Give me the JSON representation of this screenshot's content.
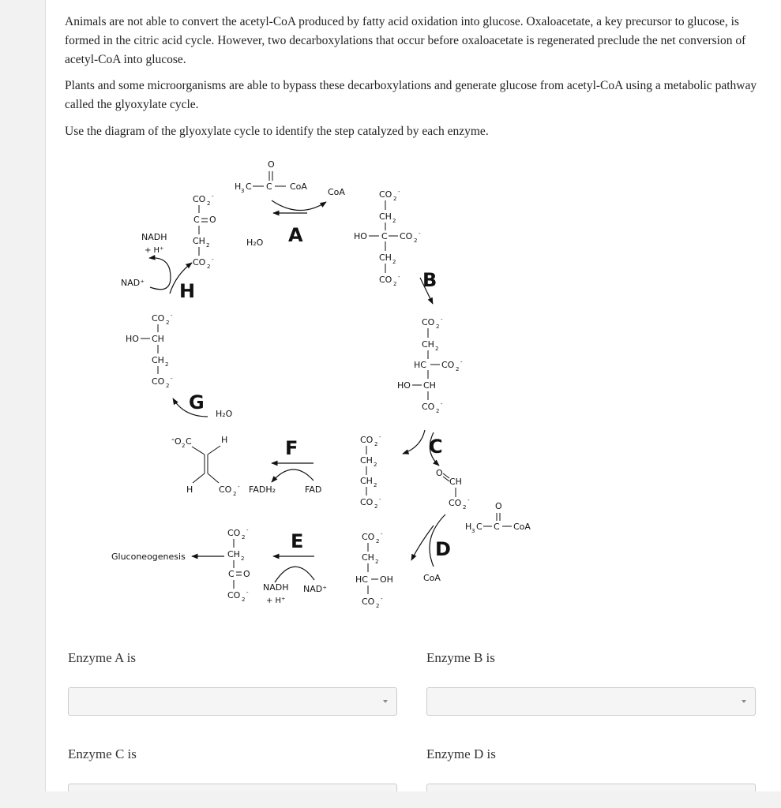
{
  "intro": {
    "p1": "Animals are not able to convert the acetyl-CoA produced by fatty acid oxidation into glucose. Oxaloacetate, a key precursor to glucose, is formed in the citric acid cycle. However, two decarboxylations that occur before oxaloacetate is regenerated preclude the net conversion of acetyl-CoA into glucose.",
    "p2": "Plants and some microorganisms are able to bypass these decarboxylations and generate glucose from acetyl-CoA using a metabolic pathway called the glyoxylate cycle.",
    "p3": "Use the diagram of the glyoxylate cycle to identify the step catalyzed by each enzyme."
  },
  "diagram": {
    "step_labels": {
      "A": "A",
      "B": "B",
      "C": "C",
      "D": "D",
      "E": "E",
      "F": "F",
      "G": "G",
      "H": "H"
    },
    "cofactors": {
      "coa_top": "CoA",
      "h2o_top": "H₂O",
      "nadh_h": "NADH",
      "h_plus_h": "+ H⁺",
      "nad_h": "NAD⁺",
      "h2o_g": "H₂O",
      "fadh2": "FADH₂",
      "fad": "FAD",
      "nadh_e": "NADH",
      "h_plus_e": "+ H⁺",
      "nad_e": "NAD⁺",
      "coa_d": "CoA"
    },
    "gluconeogenesis": "Gluconeogenesis"
  },
  "enzymes": {
    "a_label": "Enzyme A is",
    "b_label": "Enzyme B is",
    "c_label": "Enzyme C is",
    "d_label": "Enzyme D is",
    "a_value": "",
    "b_value": "",
    "c_value": "",
    "d_value": ""
  }
}
